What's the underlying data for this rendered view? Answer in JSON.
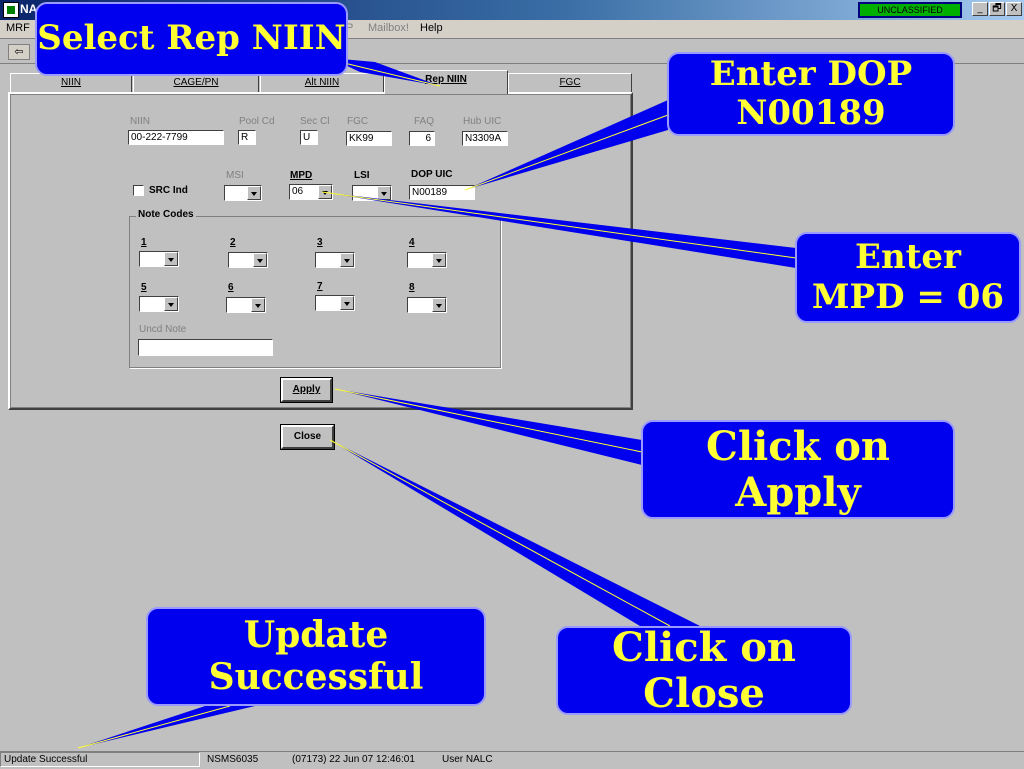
{
  "window": {
    "title_partial": "NA",
    "classification": "UNCLASSIFIED",
    "buttons": {
      "minimize": "_",
      "restore": "🗗",
      "close": "X"
    }
  },
  "menu": {
    "items": [
      "MRF",
      "P",
      "Mailbox!",
      "Help"
    ]
  },
  "tabs": [
    {
      "label": "NIIN"
    },
    {
      "label": "CAGE/PN"
    },
    {
      "label": "Alt NIIN"
    },
    {
      "label": "Rep NIIN",
      "active": true
    },
    {
      "label": "FGC"
    }
  ],
  "form": {
    "niin": {
      "label": "NIIN",
      "value": "00-222-7799"
    },
    "pool_cd": {
      "label": "Pool Cd",
      "value": "R"
    },
    "sec_cl": {
      "label": "Sec Cl",
      "value": "U"
    },
    "fgc": {
      "label": "FGC",
      "value": "KK99"
    },
    "faq": {
      "label": "FAQ",
      "value": "6"
    },
    "hub_uic": {
      "label": "Hub UIC",
      "value": "N3309A"
    },
    "src_ind": {
      "label": "SRC Ind",
      "checked": false
    },
    "msi": {
      "label": "MSI",
      "value": ""
    },
    "mpd": {
      "label": "MPD",
      "value": "06"
    },
    "lsi": {
      "label": "LSI",
      "value": ""
    },
    "dop_uic": {
      "label": "DOP UIC",
      "value": "N00189"
    },
    "note_codes": {
      "title": "Note Codes",
      "items": [
        {
          "label": "1",
          "value": ""
        },
        {
          "label": "2",
          "value": ""
        },
        {
          "label": "3",
          "value": ""
        },
        {
          "label": "4",
          "value": ""
        },
        {
          "label": "5",
          "value": ""
        },
        {
          "label": "6",
          "value": ""
        },
        {
          "label": "7",
          "value": ""
        },
        {
          "label": "8",
          "value": ""
        }
      ],
      "uncd_note": {
        "label": "Uncd Note",
        "value": ""
      }
    },
    "apply_label": "Apply",
    "close_label": "Close"
  },
  "status": {
    "message": "Update Successful",
    "system": "NSMS6035",
    "datetime": "(07173)  22 Jun 07  12:46:01",
    "user": "User NALC"
  },
  "callouts": {
    "select_rep": "Select Rep NIIN",
    "enter_dop_1": "Enter DOP",
    "enter_dop_2": "N00189",
    "enter_mpd_1": "Enter",
    "enter_mpd_2": "MPD = 06",
    "click_apply": "Click on Apply",
    "click_close": "Click on Close",
    "update_ok": "Update Successful"
  },
  "colors": {
    "callout_bg": "#0000ee",
    "callout_text": "#ffff33",
    "window_bg": "#c0c0c0",
    "classification_bg": "#00b000"
  }
}
